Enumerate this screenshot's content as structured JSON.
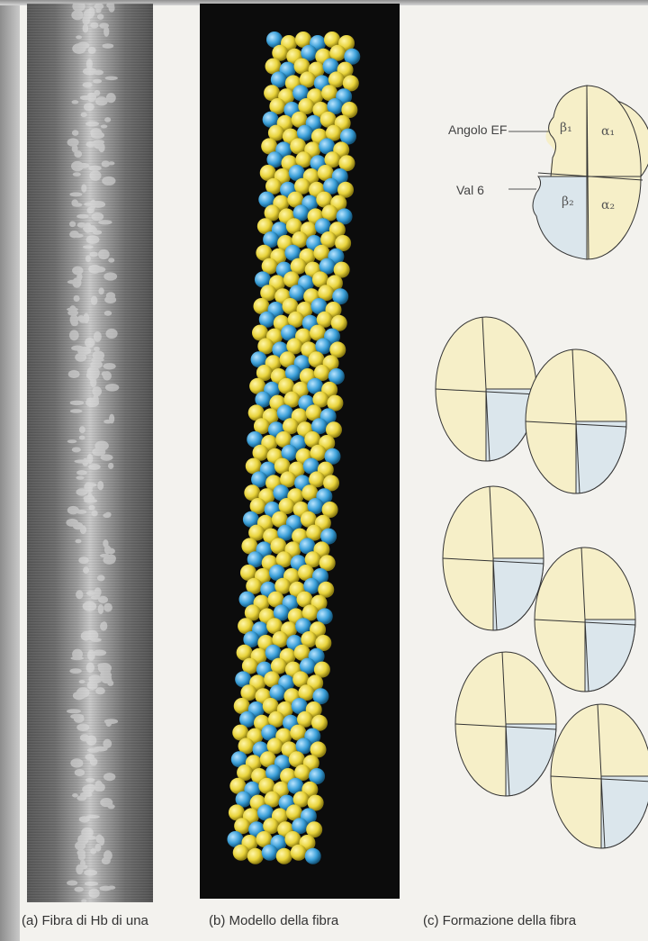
{
  "captions": {
    "a": "(a) Fibra di Hb di una",
    "b": "(b) Modello della fibra",
    "c": "(c) Formazione della fibra"
  },
  "diagram_labels": {
    "angolo_ef": "Angolo EF",
    "val6": "Val 6",
    "beta1": "β₁",
    "alpha1": "α₁",
    "beta2": "β₂",
    "alpha2": "α₂"
  },
  "colors": {
    "alpha_subunit": "#f6efc8",
    "beta_subunit": "#dbe6ec",
    "model_yellow": "#e8d33a",
    "model_blue": "#3a9fd8",
    "background": "#f3f2ee"
  }
}
